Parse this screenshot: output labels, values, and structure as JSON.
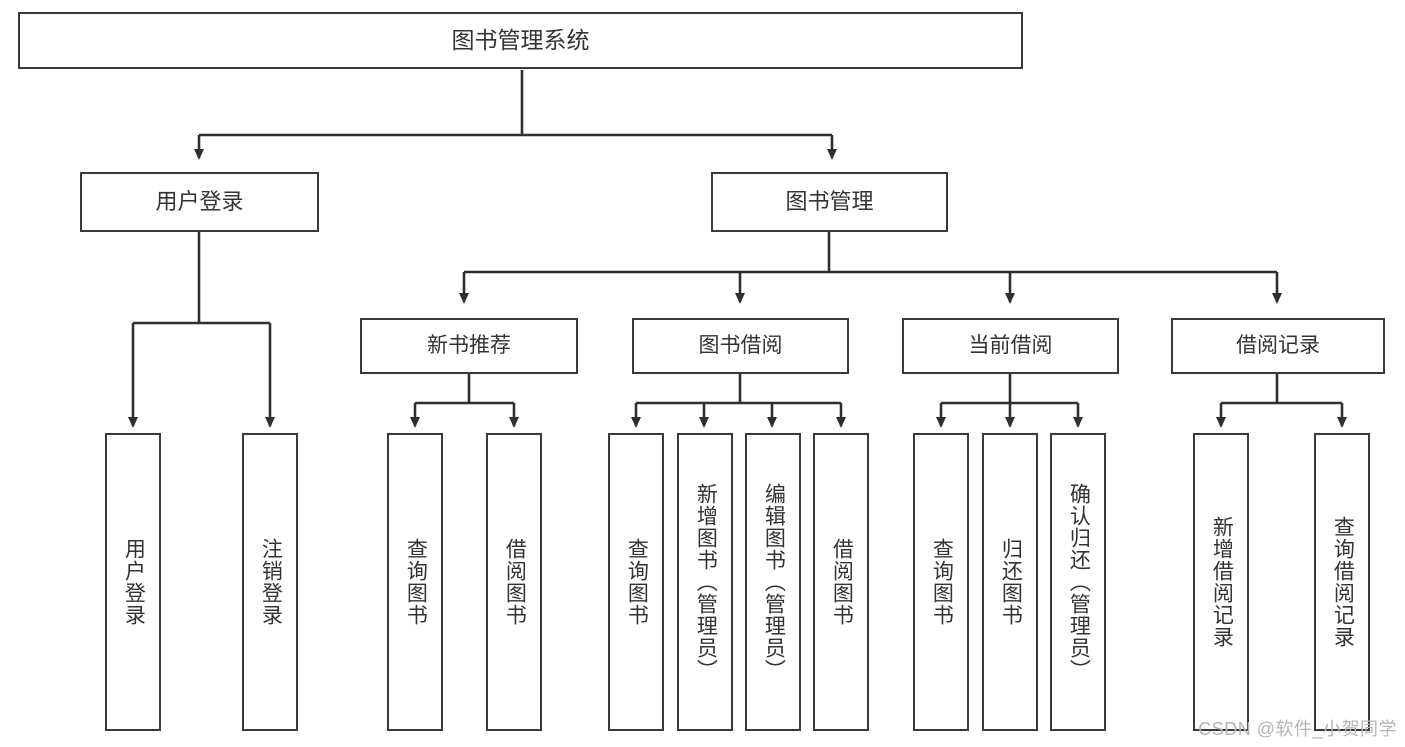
{
  "diagram": {
    "title": "图书管理系统",
    "type": "hierarchy-tree",
    "root": {
      "id": "root",
      "label": "图书管理系统"
    },
    "level1": [
      {
        "id": "user-login",
        "label": "用户登录"
      },
      {
        "id": "book-management",
        "label": "图书管理"
      }
    ],
    "level2": [
      {
        "id": "new-book-recommend",
        "label": "新书推荐",
        "parent": "book-management"
      },
      {
        "id": "book-borrow",
        "label": "图书借阅",
        "parent": "book-management"
      },
      {
        "id": "current-borrow",
        "label": "当前借阅",
        "parent": "book-management"
      },
      {
        "id": "borrow-record",
        "label": "借阅记录",
        "parent": "book-management"
      }
    ],
    "leaves": [
      {
        "id": "leaf-user-login",
        "label": "用户登录",
        "parent": "user-login"
      },
      {
        "id": "leaf-logout-login",
        "label": "注销登录",
        "parent": "user-login"
      },
      {
        "id": "leaf-query-book-1",
        "label": "查询图书",
        "parent": "new-book-recommend"
      },
      {
        "id": "leaf-borrow-book-1",
        "label": "借阅图书",
        "parent": "new-book-recommend"
      },
      {
        "id": "leaf-query-book-2",
        "label": "查询图书",
        "parent": "book-borrow"
      },
      {
        "id": "leaf-add-book",
        "label": "新增图书（管理员）",
        "parent": "book-borrow"
      },
      {
        "id": "leaf-edit-book",
        "label": "编辑图书（管理员）",
        "parent": "book-borrow"
      },
      {
        "id": "leaf-borrow-book-2",
        "label": "借阅图书",
        "parent": "book-borrow"
      },
      {
        "id": "leaf-query-book-3",
        "label": "查询图书",
        "parent": "current-borrow"
      },
      {
        "id": "leaf-return-book",
        "label": "归还图书",
        "parent": "current-borrow"
      },
      {
        "id": "leaf-confirm-return",
        "label": "确认归还（管理员）",
        "parent": "current-borrow"
      },
      {
        "id": "leaf-add-record",
        "label": "新增借阅记录",
        "parent": "borrow-record"
      },
      {
        "id": "leaf-query-record",
        "label": "查询借阅记录",
        "parent": "borrow-record"
      }
    ],
    "colors": {
      "border": "#3a3a3a",
      "text": "#333333",
      "background": "#ffffff",
      "connector": "#2f2f2f",
      "watermark": "#b4b4b4"
    }
  },
  "watermark": {
    "text": "CSDN @软件_小贺同学"
  }
}
